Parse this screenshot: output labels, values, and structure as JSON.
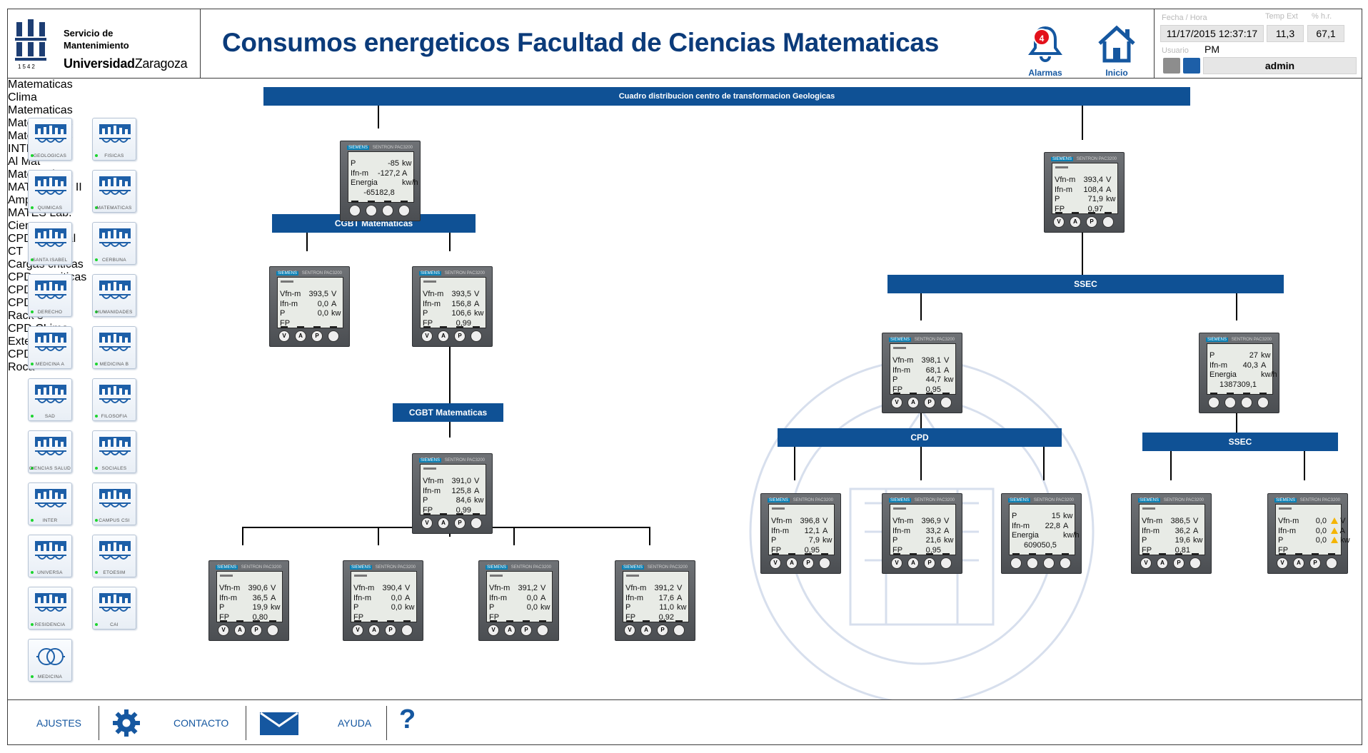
{
  "header": {
    "logo": {
      "line1": "Servicio de",
      "line2": "Mantenimiento",
      "line3a": "Universidad",
      "line3b": "Zaragoza",
      "year": "1542"
    },
    "title": "Consumos energeticos Facultad de Ciencias Matematicas",
    "alarms": {
      "label": "Alarmas",
      "count": "4"
    },
    "home": {
      "label": "Inicio"
    },
    "status": {
      "date_caption": "Fecha / Hora",
      "datetime": "11/17/2015 12:37:17 PM",
      "temp_caption": "Temp Ext",
      "temp": "11,3",
      "hum_caption": "% h.r.",
      "hum": "67,1",
      "user_caption": "Usuario",
      "user": "admin"
    }
  },
  "sidebar": [
    {
      "label": "GEOLOGICAS"
    },
    {
      "label": "FISICAS"
    },
    {
      "label": "QUIMICAS"
    },
    {
      "label": "MATEMATICAS"
    },
    {
      "label": "SANTA ISABEL"
    },
    {
      "label": "CERBUNA"
    },
    {
      "label": "DERECHO"
    },
    {
      "label": "HUMANIDADES"
    },
    {
      "label": "MEDICINA A"
    },
    {
      "label": "MEDICINA B"
    },
    {
      "label": "SAD"
    },
    {
      "label": "FILOSOFIA"
    },
    {
      "label": "CIENCIAS SALUD"
    },
    {
      "label": "SOCIALES"
    },
    {
      "label": "INTER"
    },
    {
      "label": "CAMPUS CSI"
    },
    {
      "label": "UNIVERSA"
    },
    {
      "label": "ETOESIM"
    },
    {
      "label": "RESIDENCIA"
    },
    {
      "label": "CAI"
    },
    {
      "label": "MEDICINA"
    }
  ],
  "bars": {
    "top": "Cuadro distribucion centro de transformacion Geologicas",
    "cgbt1": "CGBT Matematicas",
    "cgbt2": "CGBT Matematicas",
    "ssec1": "SSEC",
    "cpd": "CPD",
    "ssec2": "SSEC"
  },
  "meter_brand": "SIEMENS",
  "meter_model": "SENTRON PAC3200",
  "meter_keys": [
    "V",
    "A",
    "P"
  ],
  "meters": {
    "mat_top": {
      "name": "Matematicas",
      "type": "energy",
      "p": "-85",
      "i": "-127,2",
      "e": "-65182,8"
    },
    "clima": {
      "name": "Clima Matematicas",
      "v": "393,5",
      "i": "0,0",
      "p": "0,0",
      "fp": ""
    },
    "mat_mid": {
      "name": "Matematicas",
      "v": "393,5",
      "i": "156,8",
      "p": "106,6",
      "fp": "0,99"
    },
    "mat_low": {
      "name": "Matematicas",
      "v": "391,0",
      "i": "125,8",
      "p": "84,6",
      "fp": "0,99"
    },
    "inter": {
      "name": "INTER II",
      "v": "390,6",
      "i": "36,5",
      "p": "19,9",
      "fp": "0,80"
    },
    "almat": {
      "name": "Al Mat Matematicas",
      "v": "390,4",
      "i": "0,0",
      "p": "0,0",
      "fp": ""
    },
    "mates_inter": {
      "name": "MATES Inter II Ampl.",
      "v": "391,2",
      "i": "0,0",
      "p": "0,0",
      "fp": ""
    },
    "mates_lab": {
      "name": "MATES Lab. Cienc.",
      "v": "391,2",
      "i": "17,6",
      "p": "11,0",
      "fp": "0,92"
    },
    "cpd_general": {
      "name": "CPD General CT",
      "v": "393,4",
      "i": "108,4",
      "p": "71,9",
      "fp": "0,97"
    },
    "cargas": {
      "name": "Cargas criticas",
      "v": "398,1",
      "i": "68,1",
      "p": "44,7",
      "fp": "0,95"
    },
    "cpd_no": {
      "name": "CPD no criticas",
      "type": "energy",
      "p": "27",
      "i": "40,3",
      "e": "1387309,1"
    },
    "rack1": {
      "name": "CPD Rack 1",
      "v": "396,8",
      "i": "12,1",
      "p": "7,9",
      "fp": "0,95"
    },
    "rack2": {
      "name": "CPD Rack 2",
      "v": "396,9",
      "i": "33,2",
      "p": "21,6",
      "fp": "0,95"
    },
    "rack3": {
      "name": "Rack 3",
      "type": "energy",
      "p": "15",
      "i": "22,8",
      "e": "609050,5"
    },
    "clima_ext": {
      "name": "CPD CLima Exterior",
      "v": "386,5",
      "i": "36,2",
      "p": "19,6",
      "fp": "0,81"
    },
    "clima_roca": {
      "name": "CPD Clima Roca",
      "v": "0,0",
      "i": "0,0",
      "p": "0,0",
      "fp": "",
      "warn": true
    }
  },
  "row_labels": {
    "v": "Vfn-m",
    "i": "Ifn-m",
    "p": "P",
    "fp": "FP",
    "e": "Energia",
    "vu": "V",
    "iu": "A",
    "pu": "kw",
    "eu": "kw/h"
  },
  "footer": {
    "settings": "AJUSTES",
    "contact": "CONTACTO",
    "help": "AYUDA"
  }
}
